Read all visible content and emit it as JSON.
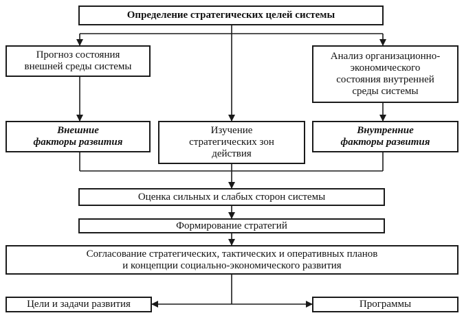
{
  "diagram": {
    "title_box": "Определение стратегических целей системы",
    "external_forecast": [
      "Прогноз состояния",
      "внешней среды системы"
    ],
    "internal_analysis": [
      "Анализ организационно-",
      "экономического",
      "состояния внутренней",
      "среды системы"
    ],
    "external_factors": [
      "Внешние",
      "факторы развития"
    ],
    "strategic_zones": [
      "Изучение",
      "стратегических зон",
      "действия"
    ],
    "internal_factors": [
      "Внутренние",
      "факторы развития"
    ],
    "swot": "Оценка сильных и слабых сторон системы",
    "strategy_formation": "Формирование стратегий",
    "coordination": [
      "Согласование стратегических, тактических и оперативных планов",
      "и концепции социально-экономического развития"
    ],
    "goals": "Цели и задачи развития",
    "programs": "Программы"
  }
}
